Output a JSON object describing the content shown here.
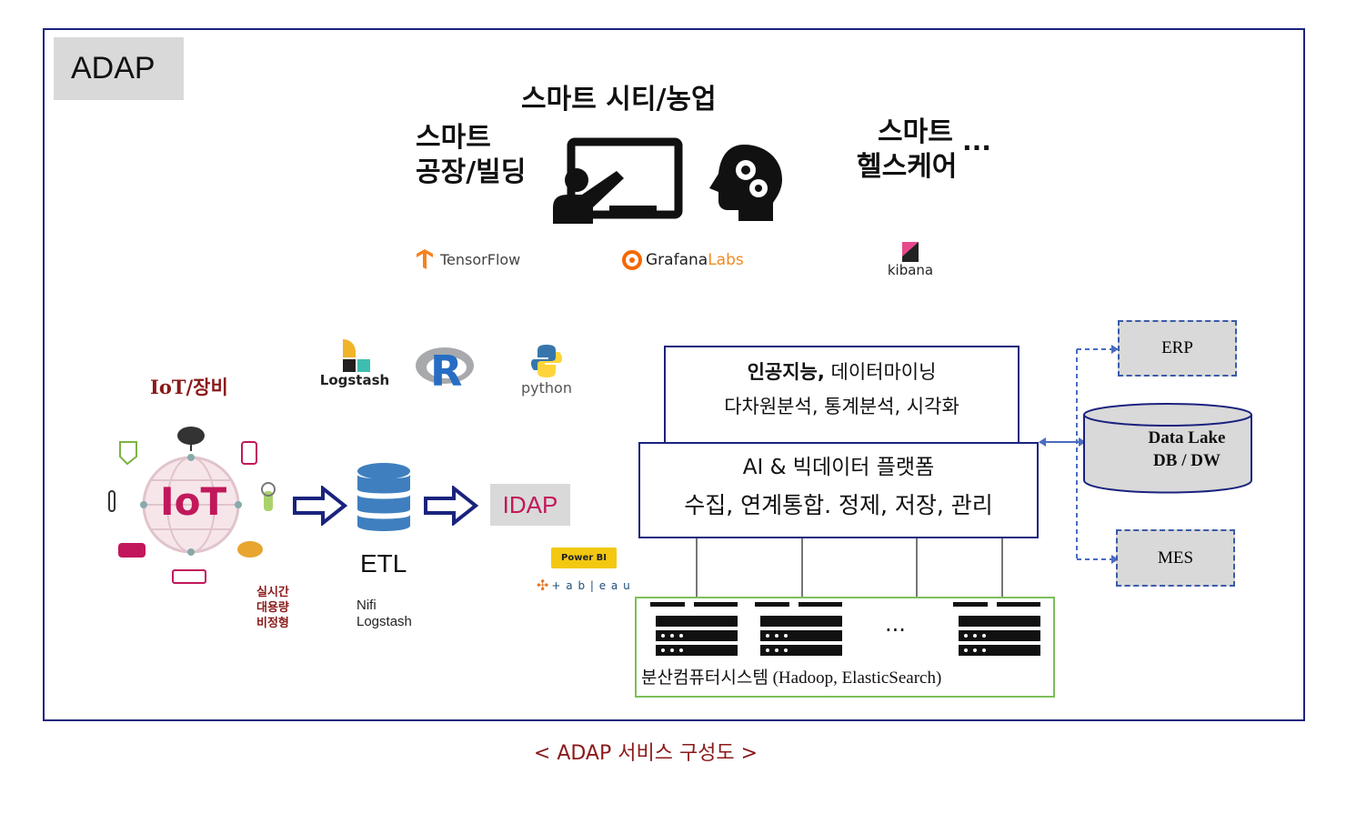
{
  "adap_label": "ADAP",
  "applications": {
    "smart_city": "스마트 시티/농업",
    "smart_factory_line1": "스마트",
    "smart_factory_line2": "공장/빌딩",
    "smart_health_line1": "스마트",
    "smart_health_line2": "헬스케어",
    "ellipsis": "..."
  },
  "viz_tools": {
    "tensorflow": "TensorFlow",
    "grafana_main": "Grafana",
    "grafana_sub": " Labs",
    "kibana": "kibana"
  },
  "analysis_tools": {
    "logstash": "Logstash",
    "r": "R",
    "python": "python"
  },
  "iot": {
    "title": "IoT/장비",
    "center": "IoT",
    "notes": [
      "실시간",
      "대용량",
      "비정형"
    ]
  },
  "etl": {
    "label": "ETL",
    "tools_line1": "Nifi",
    "tools_line2": "Logstash"
  },
  "idap_label": "IDAP",
  "bi_tools": {
    "powerbi": "Power BI",
    "tableau": "+ a b | e a u"
  },
  "ai_box": {
    "line1_bold": "인공지능,",
    "line1_rest": " 데이터마이닝",
    "line2": "다차원분석, 통계분석, 시각화"
  },
  "platform_box": {
    "line1": "AI & 빅데이터 플랫폼",
    "line2": "수집, 연계통합. 정제, 저장, 관리"
  },
  "erp": "ERP",
  "datalake": {
    "line1": "Data Lake",
    "line2": "DB / DW"
  },
  "mes": "MES",
  "cluster": {
    "dots": "...",
    "label_kr": "분산컴퓨터시스템",
    "label_en": " (Hadoop, ElasticSearch)"
  },
  "caption": "< ADAP 서비스 구성도 >",
  "colors": {
    "frame": "#1a237e",
    "iot_red": "#c2185b",
    "caption_red": "#8b1a1a",
    "db_blue": "#3f7fbf",
    "dashed_blue": "#3b5ba8",
    "cluster_green": "#7cbf5b"
  }
}
